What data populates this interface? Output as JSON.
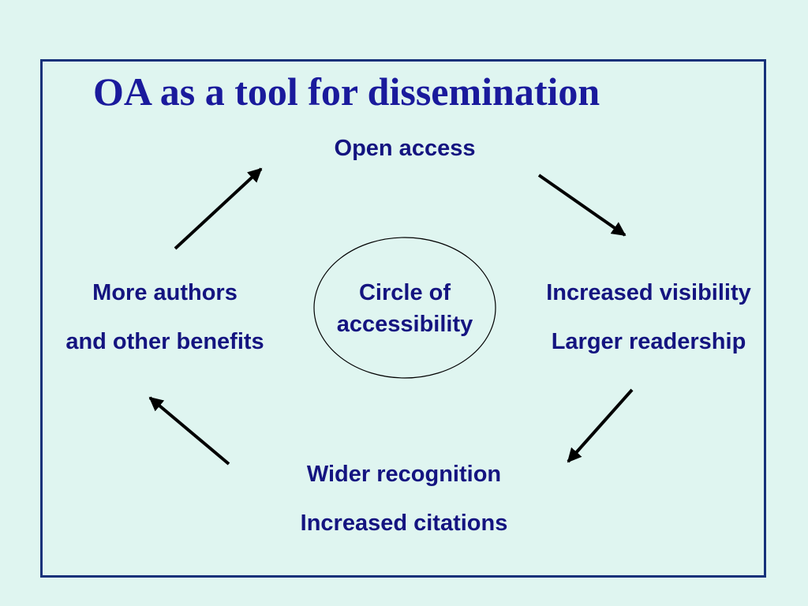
{
  "slide": {
    "title": "OA as a tool for dissemination"
  },
  "diagram": {
    "center": {
      "line1": "Circle of",
      "line2": "accessibility"
    },
    "top": {
      "line1": "Open access"
    },
    "right": {
      "line1": "Increased visibility",
      "line2": "Larger readership"
    },
    "bottom": {
      "line1": "Wider recognition",
      "line2": "Increased citations"
    },
    "left": {
      "line1": "More authors",
      "line2": "and other benefits"
    }
  },
  "colors": {
    "background": "#dff5f0",
    "frame": "#16317a",
    "title": "#1a1a9c",
    "text": "#141480",
    "arrow": "#000000"
  }
}
